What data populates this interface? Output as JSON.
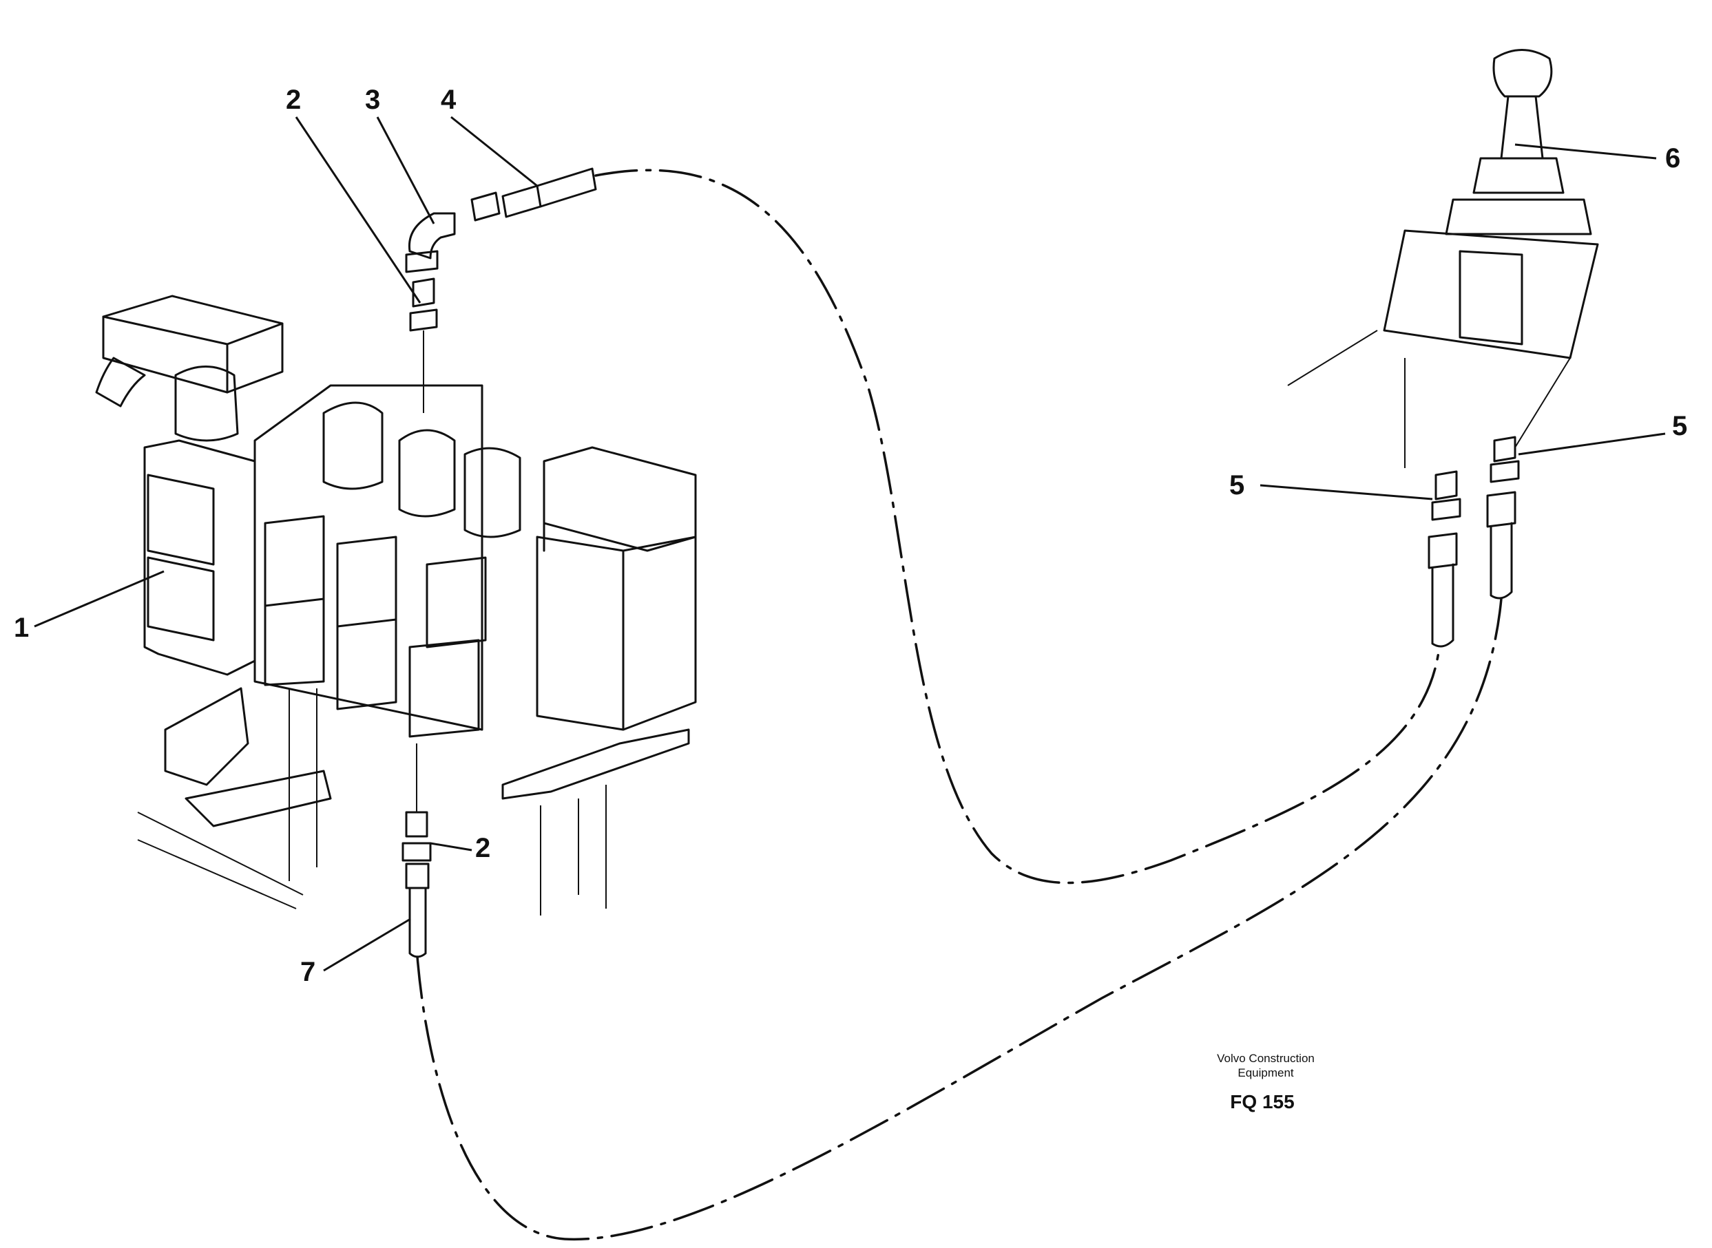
{
  "callouts": {
    "c1": "1",
    "c2a": "2",
    "c2b": "2",
    "c3": "3",
    "c4": "4",
    "c5a": "5",
    "c5b": "5",
    "c6": "6",
    "c7": "7"
  },
  "caption": {
    "line1": "Volvo Construction",
    "line2": "Equipment",
    "code": "FQ 155"
  }
}
